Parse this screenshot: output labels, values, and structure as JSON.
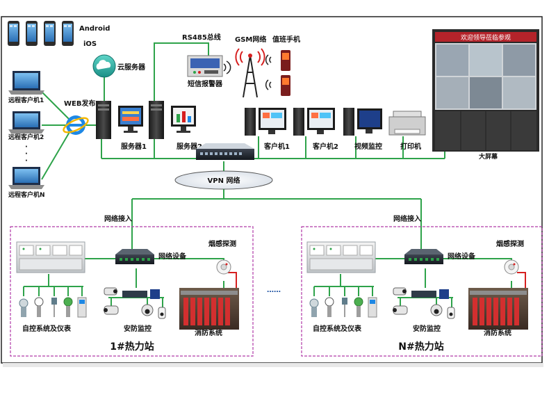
{
  "top": {
    "phone_os_android": "Android",
    "phone_os_ios": "iOS",
    "cloud_server": "云服务器",
    "rs485_bus": "RS485总线",
    "gsm_network": "GSM网络",
    "duty_phone": "值班手机",
    "sms_alarm": "短信报警器",
    "web_publish": "WEB发布",
    "remote_client_1": "远程客户机1",
    "remote_client_2": "远程客户机2",
    "remote_client_dots": "·",
    "remote_client_n": "远程客户机N",
    "server_1": "服务器1",
    "server_2": "服务器2",
    "client_1": "客户机1",
    "client_2": "客户机2",
    "video_monitor": "视频监控",
    "printer": "打印机",
    "big_screen": "大屏幕",
    "big_screen_banner": "欢迎领导莅临参观",
    "vpn_network": "VPN 网络",
    "network_access_left": "网络接入",
    "network_access_right": "网络接入",
    "dots_between": "……"
  },
  "stations": [
    {
      "network_device": "网络设备",
      "smoke_detect": "烟感探测",
      "auto_control": "自控系统及仪表",
      "security_monitor": "安防监控",
      "fire_system": "消防系统",
      "station_name": "1#热力站"
    },
    {
      "network_device": "网络设备",
      "smoke_detect": "烟感探测",
      "auto_control": "自控系统及仪表",
      "security_monitor": "安防监控",
      "fire_system": "消防系统",
      "station_name": "N#热力站"
    }
  ],
  "colors": {
    "wire": "#2ea34a",
    "alarm_wire": "#d61f1f",
    "station_border": "#b03aa8",
    "accent_blue": "#1a4fa0"
  }
}
